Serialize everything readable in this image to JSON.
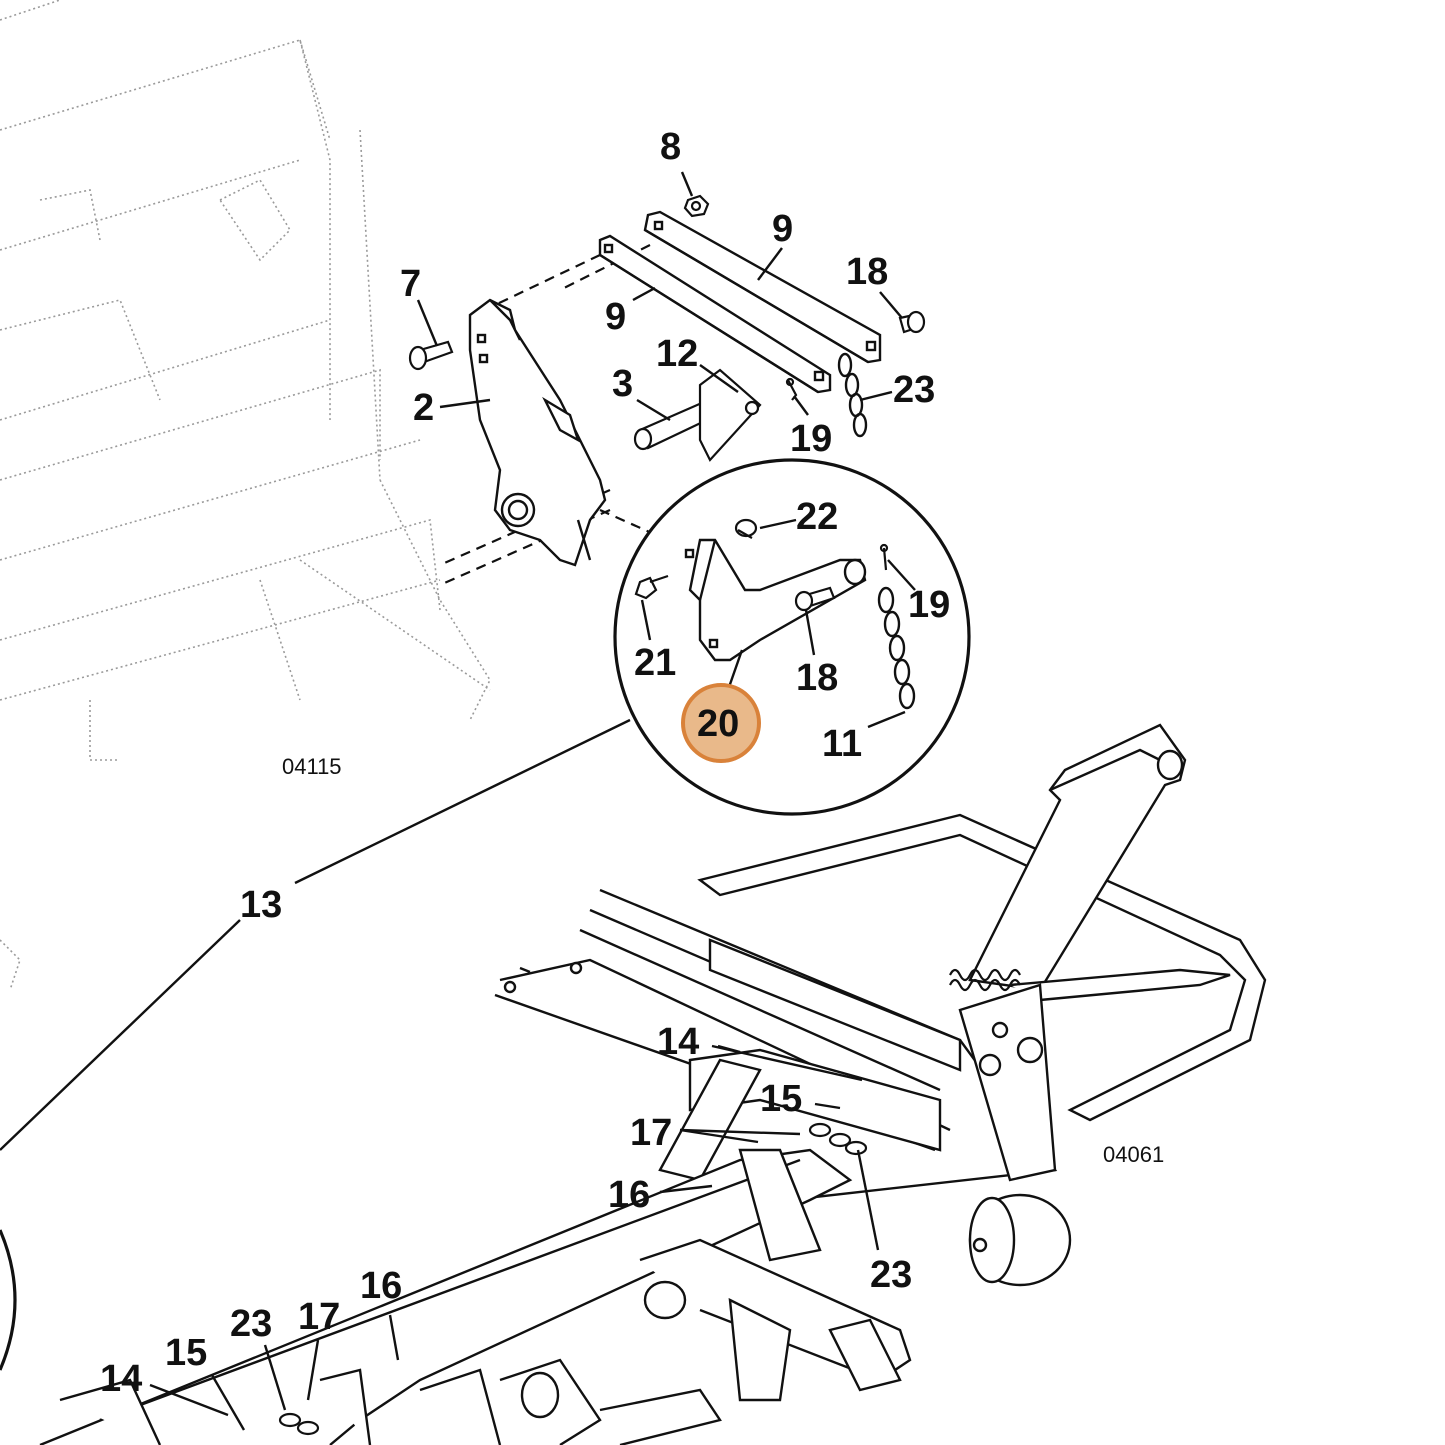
{
  "diagram": {
    "figure_refs": {
      "top": "04115",
      "bottom": "04061"
    },
    "highlighted_callout": "20",
    "highlight_color": "#e9b98a",
    "highlight_border": "#d9823a",
    "callouts": {
      "c8": "8",
      "c9a": "9",
      "c9b": "9",
      "c18a": "18",
      "c7": "7",
      "c12": "12",
      "c3": "3",
      "c2": "2",
      "c23a": "23",
      "c19a": "19",
      "c22": "22",
      "c19b": "19",
      "c21": "21",
      "c18b": "18",
      "c20": "20",
      "c11": "11",
      "c13": "13",
      "c14a": "14",
      "c15a": "15",
      "c17a": "17",
      "c16a": "16",
      "c23b": "23",
      "c16b": "16",
      "c23c": "23",
      "c17b": "17",
      "c15b": "15",
      "c14b": "14"
    }
  }
}
